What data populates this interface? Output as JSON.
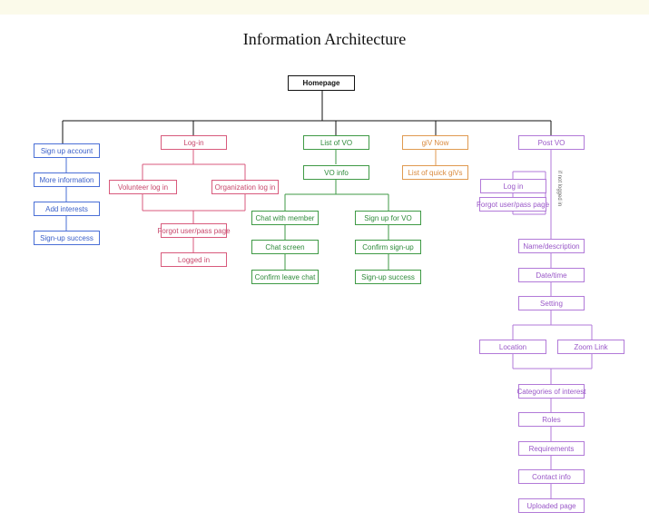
{
  "title": "Information Architecture",
  "colors": {
    "root": "#111111",
    "blue": "#4a6fd6",
    "pink": "#d85a7c",
    "green": "#3f9a45",
    "orange": "#e09a50",
    "purple": "#b27ad8"
  },
  "nodes": {
    "homepage": "Homepage",
    "signup_account": "Sign up account",
    "more_information": "More information",
    "add_interests": "Add interests",
    "signup_success_main": "Sign-up success",
    "login": "Log-in",
    "volunteer_login": "Volunteer log in",
    "organization_login": "Organization log in",
    "forgot_login": "Forgot user/pass page",
    "logged_in": "Logged in",
    "list_of_vo": "List of VO",
    "vo_info": "VO info",
    "chat_with_member": "Chat with member",
    "chat_screen": "Chat screen",
    "confirm_leave_chat": "Confirm leave chat",
    "signup_for_vo": "Sign up for VO",
    "confirm_signup": "Confirm sign-up",
    "signup_success_vo": "Sign-up success",
    "giv_now": "giV Now",
    "list_of_quick_givs": "List of quick giVs",
    "post_vo": "Post VO",
    "post_login": "Log in",
    "post_forgot": "Forgot user/pass page",
    "name_description": "Name/description",
    "date_time": "Date/time",
    "setting": "Setting",
    "location": "Location",
    "zoom_link": "Zoom Link",
    "categories_of_interest": "Categories of interest",
    "roles": "Roles",
    "requirements": "Requirements",
    "contact_info": "Contact info",
    "uploaded_page": "Uploaded page"
  },
  "annotations": {
    "if_not_logged_in": "if not logged in"
  }
}
